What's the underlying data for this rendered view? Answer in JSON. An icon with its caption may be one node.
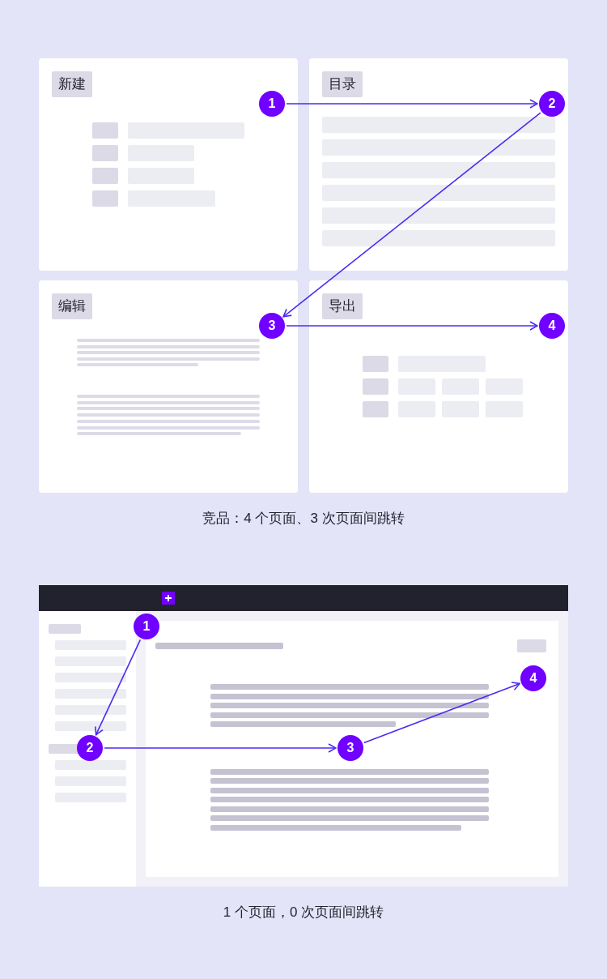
{
  "diagram": {
    "nodes": [
      {
        "text": [
          "新建"
        ]
      },
      {
        "text": [
          "目录"
        ]
      },
      {
        "text": [
          "编辑"
        ]
      },
      {
        "text": [
          "导出"
        ]
      },
      {
        "text": [
          "1"
        ],
        "in": 0
      },
      {
        "text": [
          "2"
        ],
        "in": 1
      },
      {
        "text": [
          "3"
        ],
        "in": 2
      },
      {
        "text": [
          "4"
        ],
        "in": 3
      },
      {
        "text": [
          "1"
        ]
      },
      {
        "text": [
          "2"
        ]
      },
      {
        "text": [
          "3"
        ]
      },
      {
        "text": [
          "4"
        ]
      }
    ],
    "edges": [
      {
        "from": 4,
        "to": 5,
        "arrow": "to"
      },
      {
        "from": 5,
        "to": 6,
        "arrow": "to"
      },
      {
        "from": 6,
        "to": 7,
        "arrow": "to"
      },
      {
        "from": 8,
        "to": 9,
        "arrow": "to"
      },
      {
        "from": 9,
        "to": 10,
        "arrow": "to"
      },
      {
        "from": 10,
        "to": 11,
        "arrow": "to"
      }
    ],
    "labels": [
      "竞品：4 个页面、3 次页面间跳转",
      "1 个页面，0 次页面间跳转"
    ]
  }
}
